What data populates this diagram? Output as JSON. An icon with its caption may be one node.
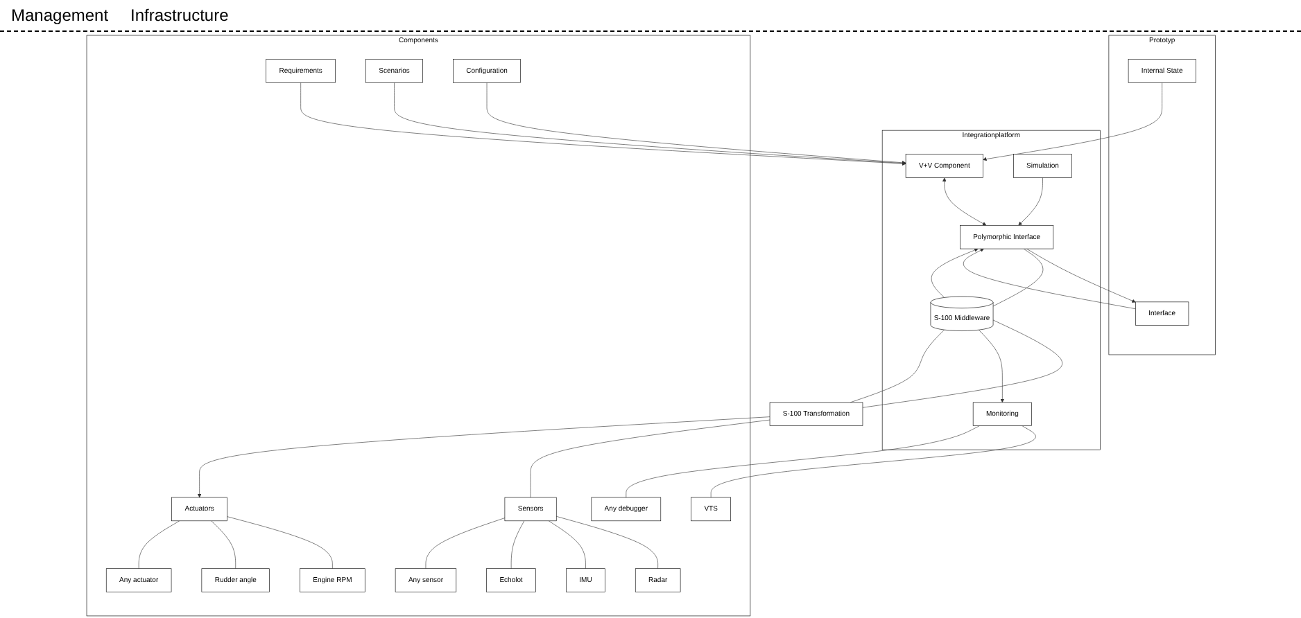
{
  "diagram": {
    "nodes": [
      {
        "text": [
          "Prototyp"
        ]
      },
      {
        "text": [
          "Internal State"
        ],
        "in": 0
      },
      {
        "text": [
          "Interface"
        ],
        "in": 0
      },
      {
        "text": [
          "Integrationplatform"
        ]
      },
      {
        "text": [
          "V+V Component"
        ],
        "in": 3
      },
      {
        "text": [
          "Polymorphic Interface"
        ],
        "in": 3
      },
      {
        "text": [
          "S-100 Middleware"
        ],
        "in": 3
      },
      {
        "text": [
          "Simulation"
        ],
        "in": 3
      },
      {
        "text": [
          "Monitoring"
        ],
        "in": 3
      },
      {
        "text": [
          "Components"
        ]
      },
      {
        "text": [
          "Requirements"
        ],
        "in": 9
      },
      {
        "text": [
          "Scenarios"
        ],
        "in": 9
      },
      {
        "text": [
          "Configuration"
        ],
        "in": 9
      },
      {
        "text": [
          "S-100 Transformation"
        ]
      },
      {
        "text": [
          "Sensors"
        ],
        "in": 9
      },
      {
        "text": [
          "Radar"
        ],
        "in": 9
      },
      {
        "text": [
          "IMU"
        ],
        "in": 9
      },
      {
        "text": [
          "Echolot"
        ],
        "in": 9
      },
      {
        "text": [
          "Any sensor"
        ],
        "in": 9
      },
      {
        "text": [
          "Actuators"
        ],
        "in": 9
      },
      {
        "text": [
          "Engine RPM"
        ],
        "in": 9
      },
      {
        "text": [
          "Rudder angle"
        ],
        "in": 9
      },
      {
        "text": [
          "Any actuator"
        ],
        "in": 9
      },
      {
        "text": [
          "VTS"
        ],
        "in": 9
      },
      {
        "text": [
          "Any debugger"
        ],
        "in": 9
      }
    ],
    "edges": [
      {
        "from": 1,
        "to": 4,
        "arrow": "to"
      },
      {
        "from": 10,
        "to": 4,
        "arrow": "to"
      },
      {
        "from": 11,
        "to": 4,
        "arrow": "to"
      },
      {
        "from": 12,
        "to": 4,
        "arrow": "to"
      },
      {
        "from": 4,
        "to": 5,
        "arrow": "both"
      },
      {
        "from": 5,
        "to": 2,
        "arrow": "to"
      },
      {
        "from": 2,
        "to": 5,
        "arrow": "to"
      },
      {
        "from": 13,
        "to": 6,
        "arrow": "none"
      },
      {
        "from": 6,
        "to": 5,
        "arrow": "to"
      },
      {
        "from": 5,
        "to": 6,
        "arrow": "none"
      },
      {
        "from": 6,
        "to": 13,
        "arrow": "none"
      },
      {
        "from": 7,
        "to": 5,
        "arrow": "to"
      },
      {
        "from": 6,
        "to": 8,
        "arrow": "to"
      },
      {
        "from": 13,
        "to": 14,
        "arrow": "none"
      },
      {
        "from": 13,
        "to": 19,
        "arrow": "to"
      },
      {
        "from": 14,
        "to": 15,
        "arrow": "none"
      },
      {
        "from": 14,
        "to": 16,
        "arrow": "none"
      },
      {
        "from": 14,
        "to": 17,
        "arrow": "none"
      },
      {
        "from": 14,
        "to": 18,
        "arrow": "none"
      },
      {
        "from": 19,
        "to": 20,
        "arrow": "none"
      },
      {
        "from": 19,
        "to": 21,
        "arrow": "none"
      },
      {
        "from": 19,
        "to": 22,
        "arrow": "none"
      },
      {
        "from": 8,
        "to": 23,
        "arrow": "none"
      },
      {
        "from": 8,
        "to": 24,
        "arrow": "none"
      }
    ],
    "labels": [
      "Management",
      "Infrastructure"
    ]
  }
}
